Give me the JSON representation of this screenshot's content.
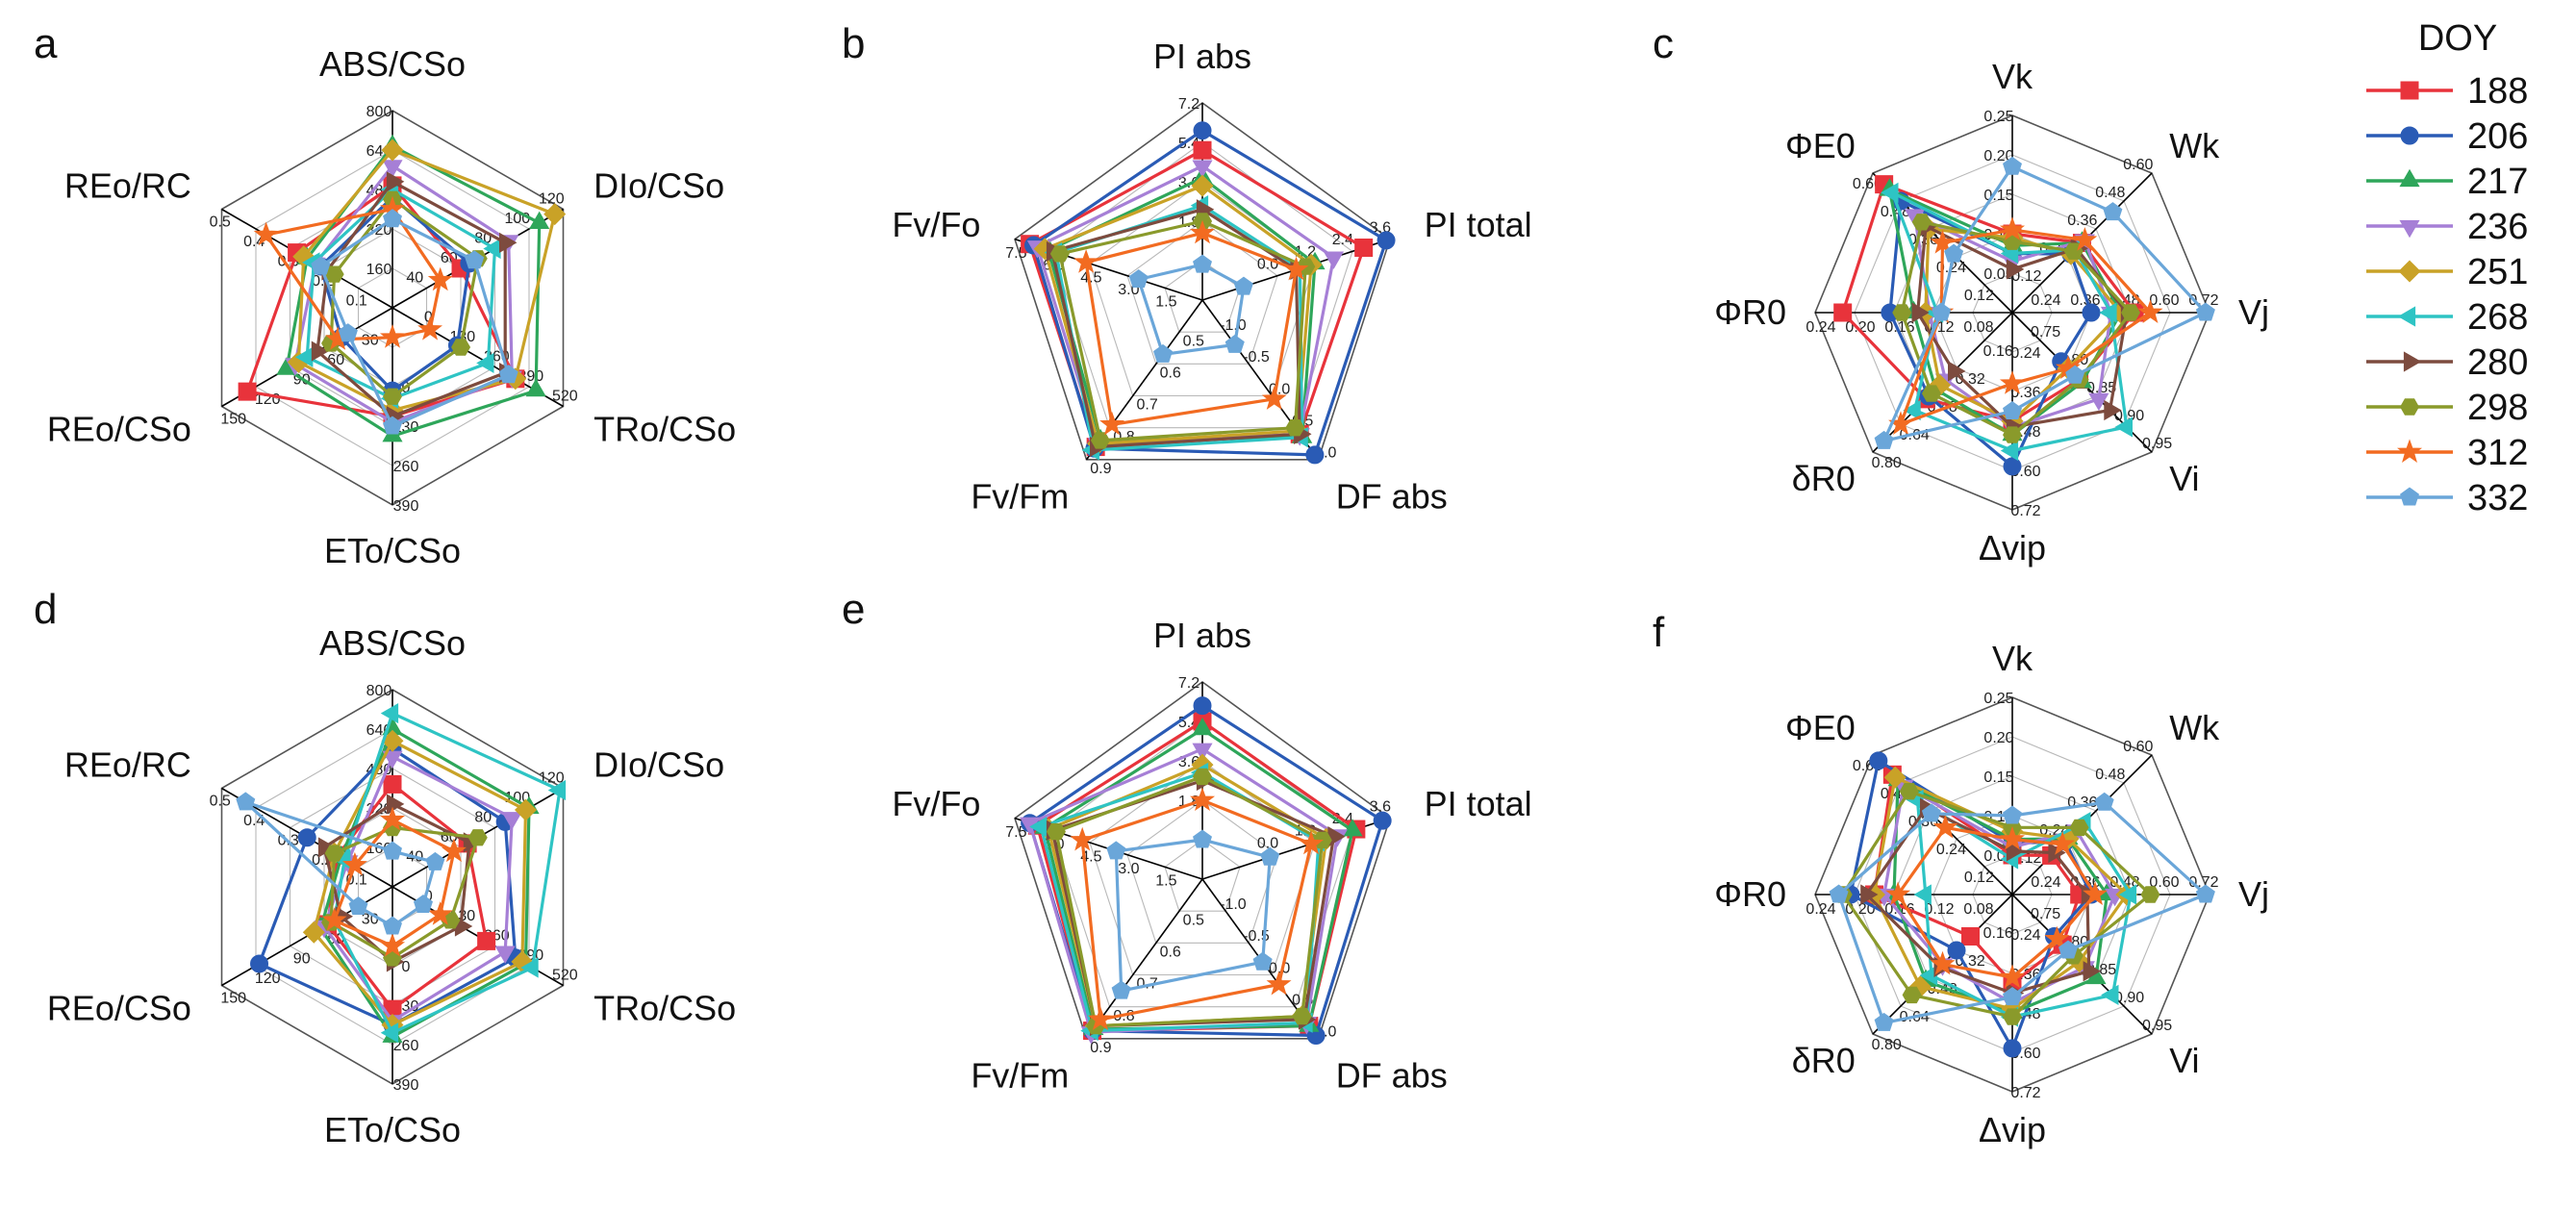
{
  "chart_data": {
    "type": "radar",
    "legend": {
      "title": "DOY",
      "placement": "right",
      "series": [
        {
          "name": "188",
          "color": "#e8333b",
          "marker": "square"
        },
        {
          "name": "206",
          "color": "#2a5bb5",
          "marker": "circle"
        },
        {
          "name": "217",
          "color": "#2ea65a",
          "marker": "triangle-up"
        },
        {
          "name": "236",
          "color": "#a67fd6",
          "marker": "triangle-down"
        },
        {
          "name": "251",
          "color": "#c9a227",
          "marker": "diamond"
        },
        {
          "name": "268",
          "color": "#2ec4c4",
          "marker": "triangle-left"
        },
        {
          "name": "280",
          "color": "#7d4b3e",
          "marker": "triangle-right"
        },
        {
          "name": "298",
          "color": "#8a9a2b",
          "marker": "hexagon"
        },
        {
          "name": "312",
          "color": "#f26b21",
          "marker": "star"
        },
        {
          "name": "332",
          "color": "#6aa6d9",
          "marker": "pentagon"
        }
      ]
    },
    "panels": [
      {
        "letter": "a",
        "shape": "hexagon",
        "axes": [
          {
            "label": "ABS/CSo",
            "ticks": [
              "800",
              "640",
              "480",
              "320",
              "160"
            ]
          },
          {
            "label": "DIo/CSo",
            "ticks": [
              "120",
              "100",
              "80",
              "60",
              "40"
            ]
          },
          {
            "label": "TRo/CSo",
            "ticks": [
              "520",
              "390",
              "260",
              "130",
              "0"
            ]
          },
          {
            "label": "ETo/CSo",
            "ticks": [
              "390",
              "260",
              "130",
              "0"
            ]
          },
          {
            "label": "REo/CSo",
            "ticks": [
              "150",
              "120",
              "90",
              "60",
              "30"
            ]
          },
          {
            "label": "REo/RC",
            "ticks": [
              "0.5",
              "0.4",
              "0.3",
              "0.2",
              "0.1"
            ]
          }
        ],
        "values": [
          [
            0.62,
            0.4,
            0.72,
            0.55,
            0.85,
            0.56
          ],
          [
            0.56,
            0.45,
            0.38,
            0.42,
            0.3,
            0.42
          ],
          [
            0.82,
            0.86,
            0.84,
            0.65,
            0.62,
            0.5
          ],
          [
            0.72,
            0.68,
            0.7,
            0.58,
            0.57,
            0.45
          ],
          [
            0.8,
            0.95,
            0.72,
            0.52,
            0.55,
            0.52
          ],
          [
            0.6,
            0.6,
            0.56,
            0.46,
            0.5,
            0.46
          ],
          [
            0.64,
            0.66,
            0.66,
            0.55,
            0.44,
            0.38
          ],
          [
            0.55,
            0.5,
            0.4,
            0.45,
            0.36,
            0.34
          ],
          [
            0.5,
            0.28,
            0.22,
            0.15,
            0.32,
            0.74
          ],
          [
            0.45,
            0.48,
            0.68,
            0.6,
            0.26,
            0.42
          ]
        ]
      },
      {
        "letter": "b",
        "shape": "pentagon",
        "axes": [
          {
            "label": "PI abs",
            "ticks": [
              "7.2",
              "5.4",
              "3.6",
              "1.8"
            ]
          },
          {
            "label": "PI total",
            "ticks": [
              "3.6",
              "2.4",
              "1.2",
              "0.0"
            ]
          },
          {
            "label": "DF abs",
            "ticks": [
              "1.0",
              "0.5",
              "0.0",
              "-0.5",
              "-1.0"
            ]
          },
          {
            "label": "Fv/Fm",
            "ticks": [
              "0.9",
              "0.8",
              "0.7",
              "0.6",
              "0.5"
            ]
          },
          {
            "label": "Fv/Fo",
            "ticks": [
              "7.5",
              "6.0",
              "4.5",
              "3.0",
              "1.5"
            ]
          }
        ],
        "values": [
          [
            0.76,
            0.86,
            0.84,
            0.92,
            0.92
          ],
          [
            0.86,
            0.98,
            0.97,
            0.93,
            0.9
          ],
          [
            0.62,
            0.6,
            0.86,
            0.88,
            0.82
          ],
          [
            0.68,
            0.7,
            0.84,
            0.9,
            0.88
          ],
          [
            0.58,
            0.58,
            0.82,
            0.9,
            0.84
          ],
          [
            0.48,
            0.52,
            0.86,
            0.94,
            0.78
          ],
          [
            0.46,
            0.5,
            0.84,
            0.92,
            0.8
          ],
          [
            0.4,
            0.55,
            0.8,
            0.88,
            0.76
          ],
          [
            0.34,
            0.5,
            0.62,
            0.78,
            0.62
          ],
          [
            0.18,
            0.22,
            0.28,
            0.34,
            0.34
          ]
        ]
      },
      {
        "letter": "c",
        "shape": "octagon",
        "axes": [
          {
            "label": "Vk",
            "ticks": [
              "0.25",
              "0.20",
              "0.15",
              "0.10",
              "0.05"
            ]
          },
          {
            "label": "Wk",
            "ticks": [
              "0.60",
              "0.48",
              "0.36",
              "0.24",
              "0.12"
            ]
          },
          {
            "label": "Vj",
            "ticks": [
              "0.72",
              "0.60",
              "0.48",
              "0.36",
              "0.24"
            ]
          },
          {
            "label": "Vi",
            "ticks": [
              "0.95",
              "0.90",
              "0.85",
              "0.80",
              "0.75"
            ]
          },
          {
            "label": "Δvip",
            "ticks": [
              "0.72",
              "0.60",
              "0.48",
              "0.36",
              "0.24"
            ]
          },
          {
            "label": "δR0",
            "ticks": [
              "0.80",
              "0.64",
              "0.48",
              "0.32",
              "0.16"
            ]
          },
          {
            "label": "ΦR0",
            "ticks": [
              "0.24",
              "0.20",
              "0.16",
              "0.12",
              "0.08"
            ]
          },
          {
            "label": "ΦE0",
            "ticks": [
              "0.60",
              "0.48",
              "0.36",
              "0.24",
              "0.12"
            ]
          }
        ],
        "values": [
          [
            0.4,
            0.5,
            0.62,
            0.48,
            0.55,
            0.62,
            0.86,
            0.92
          ],
          [
            0.3,
            0.42,
            0.4,
            0.35,
            0.78,
            0.6,
            0.62,
            0.8
          ],
          [
            0.34,
            0.5,
            0.55,
            0.5,
            0.62,
            0.55,
            0.5,
            0.88
          ],
          [
            0.26,
            0.52,
            0.5,
            0.62,
            0.58,
            0.48,
            0.42,
            0.7
          ],
          [
            0.38,
            0.42,
            0.55,
            0.4,
            0.55,
            0.52,
            0.44,
            0.6
          ],
          [
            0.3,
            0.45,
            0.5,
            0.82,
            0.7,
            0.7,
            0.38,
            0.86
          ],
          [
            0.22,
            0.46,
            0.58,
            0.7,
            0.58,
            0.42,
            0.48,
            0.62
          ],
          [
            0.36,
            0.44,
            0.6,
            0.48,
            0.62,
            0.58,
            0.56,
            0.65
          ],
          [
            0.42,
            0.52,
            0.7,
            0.4,
            0.36,
            0.8,
            0.36,
            0.5
          ],
          [
            0.74,
            0.72,
            0.98,
            0.45,
            0.5,
            0.92,
            0.36,
            0.42
          ]
        ]
      },
      {
        "letter": "d",
        "shape": "hexagon",
        "axes": [
          {
            "label": "ABS/CSo",
            "ticks": [
              "800",
              "640",
              "480",
              "320",
              "160"
            ]
          },
          {
            "label": "DIo/CSo",
            "ticks": [
              "120",
              "100",
              "80",
              "60",
              "40"
            ]
          },
          {
            "label": "TRo/CSo",
            "ticks": [
              "520",
              "390",
              "260",
              "130",
              "0"
            ]
          },
          {
            "label": "ETo/CSo",
            "ticks": [
              "390",
              "260",
              "130",
              "0"
            ]
          },
          {
            "label": "REo/CSo",
            "ticks": [
              "150",
              "120",
              "90",
              "60",
              "30"
            ]
          },
          {
            "label": "REo/RC",
            "ticks": [
              "0.5",
              "0.4",
              "0.3",
              "0.2",
              "0.1"
            ]
          }
        ],
        "values": [
          [
            0.52,
            0.44,
            0.55,
            0.62,
            0.38,
            0.32
          ],
          [
            0.7,
            0.66,
            0.72,
            0.7,
            0.78,
            0.5
          ],
          [
            0.8,
            0.8,
            0.78,
            0.76,
            0.42,
            0.3
          ],
          [
            0.66,
            0.7,
            0.66,
            0.68,
            0.4,
            0.26
          ],
          [
            0.74,
            0.78,
            0.76,
            0.7,
            0.46,
            0.34
          ],
          [
            0.88,
            0.98,
            0.82,
            0.74,
            0.34,
            0.28
          ],
          [
            0.42,
            0.45,
            0.4,
            0.38,
            0.3,
            0.4
          ],
          [
            0.3,
            0.5,
            0.34,
            0.36,
            0.36,
            0.34
          ],
          [
            0.34,
            0.36,
            0.28,
            0.3,
            0.34,
            0.22
          ],
          [
            0.18,
            0.25,
            0.18,
            0.2,
            0.2,
            0.86
          ]
        ]
      },
      {
        "letter": "e",
        "shape": "pentagon",
        "axes": [
          {
            "label": "PI abs",
            "ticks": [
              "7.2",
              "5.4",
              "3.6",
              "1.8"
            ]
          },
          {
            "label": "PI total",
            "ticks": [
              "3.6",
              "2.4",
              "1.2",
              "0.0"
            ]
          },
          {
            "label": "DF abs",
            "ticks": [
              "1.0",
              "0.5",
              "0.0",
              "-0.5",
              "-1.0"
            ]
          },
          {
            "label": "Fv/Fm",
            "ticks": [
              "0.9",
              "0.8",
              "0.7",
              "0.6",
              "0.5"
            ]
          },
          {
            "label": "Fv/Fo",
            "ticks": [
              "7.5",
              "6.0",
              "4.5",
              "3.0",
              "1.5"
            ]
          }
        ],
        "values": [
          [
            0.8,
            0.82,
            0.92,
            0.95,
            0.88
          ],
          [
            0.88,
            0.96,
            0.98,
            0.95,
            0.92
          ],
          [
            0.76,
            0.8,
            0.92,
            0.94,
            0.84
          ],
          [
            0.66,
            0.72,
            0.9,
            0.96,
            0.92
          ],
          [
            0.58,
            0.66,
            0.86,
            0.92,
            0.82
          ],
          [
            0.54,
            0.62,
            0.9,
            0.95,
            0.86
          ],
          [
            0.5,
            0.7,
            0.88,
            0.92,
            0.8
          ],
          [
            0.52,
            0.64,
            0.86,
            0.92,
            0.78
          ],
          [
            0.4,
            0.58,
            0.66,
            0.88,
            0.64
          ],
          [
            0.2,
            0.36,
            0.52,
            0.7,
            0.46
          ]
        ]
      },
      {
        "letter": "f",
        "shape": "octagon",
        "axes": [
          {
            "label": "Vk",
            "ticks": [
              "0.25",
              "0.20",
              "0.15",
              "0.10",
              "0.05"
            ]
          },
          {
            "label": "Wk",
            "ticks": [
              "0.60",
              "0.48",
              "0.36",
              "0.24",
              "0.12"
            ]
          },
          {
            "label": "Vj",
            "ticks": [
              "0.72",
              "0.60",
              "0.48",
              "0.36",
              "0.24"
            ]
          },
          {
            "label": "Vi",
            "ticks": [
              "0.95",
              "0.90",
              "0.85",
              "0.80",
              "0.75"
            ]
          },
          {
            "label": "Δvip",
            "ticks": [
              "0.72",
              "0.60",
              "0.48",
              "0.36",
              "0.24"
            ]
          },
          {
            "label": "δR0",
            "ticks": [
              "0.80",
              "0.64",
              "0.48",
              "0.32",
              "0.16"
            ]
          },
          {
            "label": "ΦR0",
            "ticks": [
              "0.24",
              "0.20",
              "0.16",
              "0.12",
              "0.08"
            ]
          },
          {
            "label": "ΦE0",
            "ticks": [
              "0.60",
              "0.48",
              "0.36",
              "0.24",
              "0.12"
            ]
          }
        ],
        "values": [
          [
            0.2,
            0.28,
            0.34,
            0.36,
            0.45,
            0.3,
            0.7,
            0.86
          ],
          [
            0.26,
            0.38,
            0.4,
            0.3,
            0.78,
            0.4,
            0.82,
            0.96
          ],
          [
            0.28,
            0.4,
            0.48,
            0.6,
            0.6,
            0.62,
            0.6,
            0.82
          ],
          [
            0.24,
            0.46,
            0.52,
            0.52,
            0.55,
            0.5,
            0.65,
            0.78
          ],
          [
            0.32,
            0.4,
            0.58,
            0.48,
            0.58,
            0.66,
            0.7,
            0.84
          ],
          [
            0.18,
            0.52,
            0.6,
            0.72,
            0.62,
            0.58,
            0.44,
            0.68
          ],
          [
            0.22,
            0.3,
            0.38,
            0.55,
            0.5,
            0.52,
            0.74,
            0.62
          ],
          [
            0.34,
            0.48,
            0.7,
            0.44,
            0.62,
            0.72,
            0.86,
            0.74
          ],
          [
            0.28,
            0.36,
            0.42,
            0.32,
            0.42,
            0.5,
            0.58,
            0.48
          ],
          [
            0.4,
            0.66,
            0.98,
            0.4,
            0.52,
            0.92,
            0.88,
            0.58
          ]
        ]
      }
    ]
  }
}
